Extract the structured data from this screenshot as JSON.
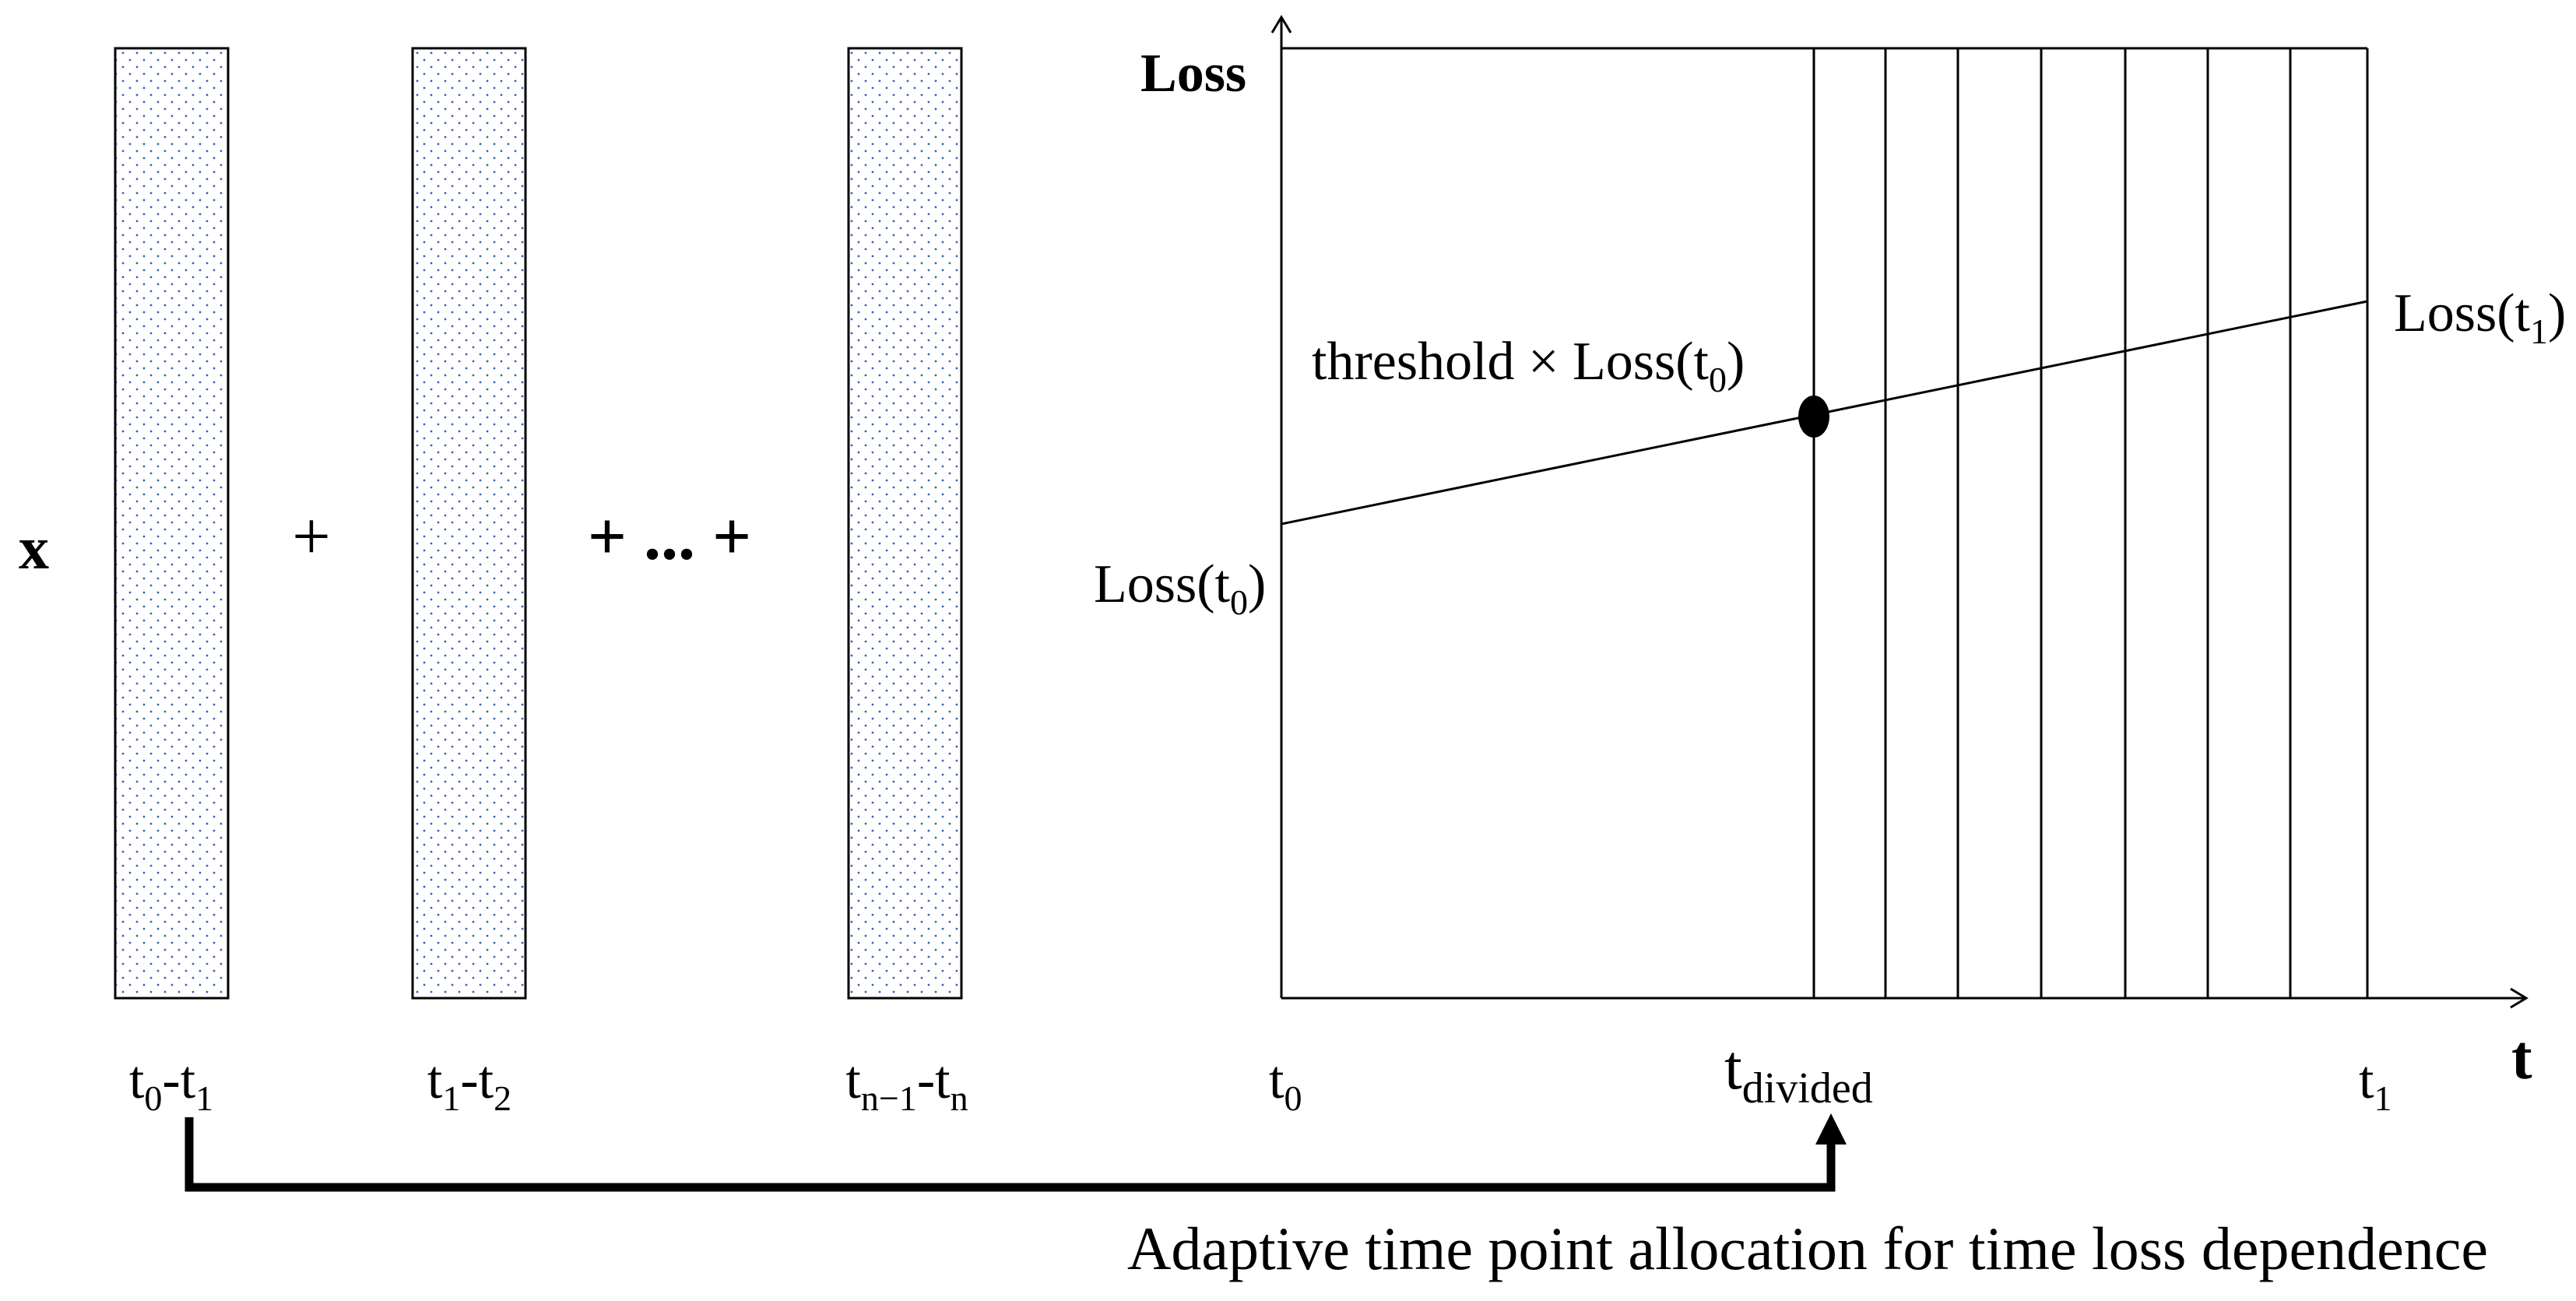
{
  "left_panel": {
    "input_symbol": "x",
    "operators": {
      "plus": "+",
      "plus_ellipsis": "+ ... +"
    },
    "segments": [
      {
        "label_base": "t",
        "label_sub": "0",
        "label_sep": "-",
        "label_base2": "t",
        "label_sub2": "1"
      },
      {
        "label_base": "t",
        "label_sub": "1",
        "label_sep": "-",
        "label_base2": "t",
        "label_sub2": "2"
      },
      {
        "label_base": "t",
        "label_sub": "n−1",
        "label_sep": "-",
        "label_base2": "t",
        "label_sub2": "n"
      }
    ]
  },
  "plot": {
    "y_axis_label": "Loss",
    "x_axis_label": "t",
    "x_start": {
      "base": "t",
      "sub": "0"
    },
    "x_end": {
      "base": "t",
      "sub": "1"
    },
    "divided_point": {
      "base": "t",
      "sub": "divided"
    },
    "loss_start_label": {
      "prefix": "Loss(t",
      "sub": "0",
      "suffix": ")"
    },
    "loss_end_label": {
      "prefix": "Loss(t",
      "sub": "1",
      "suffix": ")"
    },
    "threshold_label": {
      "prefix": "threshold × Loss(t",
      "sub": "0",
      "suffix": ")"
    }
  },
  "bottom_caption": "Adaptive time point allocation for time loss dependence",
  "colors": {
    "ink": "#000000",
    "dot_fill": "#3b5fb8",
    "background": "#ffffff"
  }
}
